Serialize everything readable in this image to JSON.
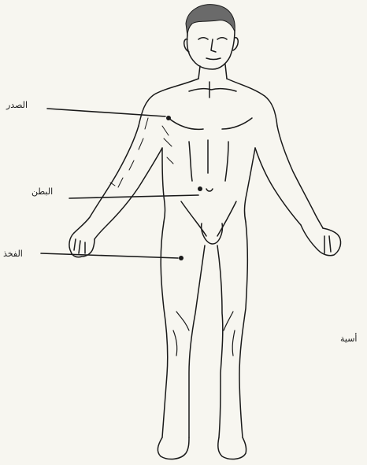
{
  "labels": {
    "chest": "الصدر",
    "abdomen": "البطن",
    "thigh": "الفخذ",
    "partial_right": "أسية"
  },
  "colors": {
    "background": "#f7f6f0",
    "ink": "#1a1a1a"
  }
}
